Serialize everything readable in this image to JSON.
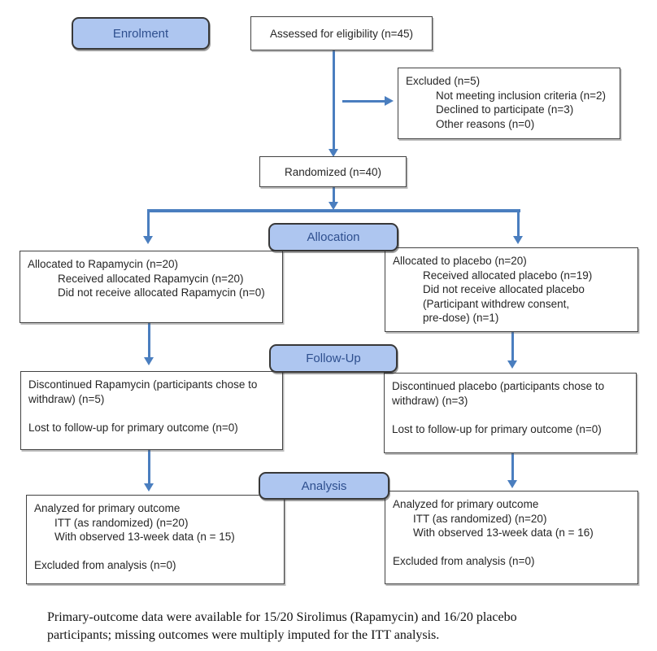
{
  "diagram": {
    "stages": {
      "enrolment": "Enrolment",
      "allocation": "Allocation",
      "followup": "Follow-Up",
      "analysis": "Analysis"
    },
    "boxes": {
      "assessed": {
        "text": "Assessed for eligibility (n=45)"
      },
      "excluded": {
        "lines": [
          "Excluded (n=5)",
          "Not meeting inclusion criteria (n=2)",
          "Declined to participate (n=3)",
          "Other reasons (n=0)"
        ]
      },
      "randomized": {
        "text": "Randomized (n=40)"
      },
      "alloc_left": {
        "lines": [
          "Allocated to Rapamycin (n=20)",
          "Received allocated Rapamycin (n=20)",
          "Did not receive allocated Rapamycin (n=0)"
        ]
      },
      "alloc_right": {
        "lines": [
          "Allocated to placebo (n=20)",
          "Received allocated placebo (n=19)",
          "Did not receive allocated placebo",
          "(Participant withdrew consent,",
          "pre-dose) (n=1)"
        ]
      },
      "follow_left": {
        "lines": [
          "Discontinued Rapamycin (participants chose to withdraw) (n=5)",
          "",
          "Lost to follow-up for primary outcome (n=0)"
        ]
      },
      "follow_right": {
        "lines": [
          "Discontinued placebo (participants chose to withdraw) (n=3)",
          "",
          "Lost to follow-up for primary outcome (n=0)"
        ]
      },
      "analysis_left": {
        "lines": [
          "Analyzed for primary outcome",
          "ITT (as randomized) (n=20)",
          "With observed 13-week data (n = 15)",
          "",
          "Excluded from analysis (n=0)"
        ]
      },
      "analysis_right": {
        "lines": [
          "Analyzed for primary outcome",
          "ITT (as randomized) (n=20)",
          "With observed 13-week data (n = 16)",
          "",
          "Excluded from analysis (n=0)"
        ]
      }
    },
    "footnote_lines": [
      "Primary-outcome data were available for 15/20 Sirolimus (Rapamycin) and 16/20 placebo",
      "participants; missing outcomes were multiply imputed for the ITT analysis."
    ]
  },
  "colors": {
    "connector": "#4a7ebf",
    "badge_fill": "#aec6f0",
    "badge_text": "#2e4f8e",
    "badge_border": "#383838",
    "box_border": "#424242",
    "text": "#262626"
  }
}
